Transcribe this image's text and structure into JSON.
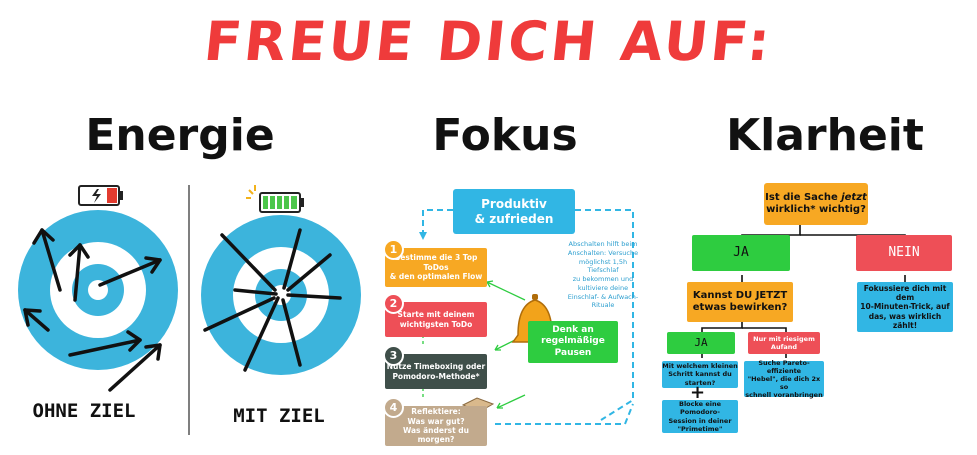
{
  "headline": "FREUE DICH AUF:",
  "sections": {
    "energie": {
      "title": "Energie",
      "left_label": "OHNE ZIEL",
      "right_label": "MIT ZIEL"
    },
    "fokus": {
      "title": "Fokus"
    },
    "klarheit": {
      "title": "Klarheit"
    }
  },
  "fokus": {
    "top_box": {
      "line1": "Produktiv",
      "line2": "& zufrieden"
    },
    "steps": [
      {
        "num": "1",
        "line1": "Bestimme die 3 Top ToDos",
        "line2": "& den optimalen Flow"
      },
      {
        "num": "2",
        "line1": "Starte mit deinem",
        "line2": "wichtigsten ToDo"
      },
      {
        "num": "3",
        "line1": "Nutze Timeboxing oder",
        "line2": "Pomodoro-Methode*"
      },
      {
        "num": "4",
        "line1": "Reflektiere:",
        "line2": "Was war gut?",
        "line3": "Was änderst du morgen?"
      }
    ],
    "pause_box": {
      "line1": "Denk an",
      "line2": "regelmäßige Pausen"
    },
    "note": [
      "Abschalten hilft beim",
      "Anschalten: Versuche",
      "möglichst 1,5h Tiefschlaf",
      "zu bekommen und",
      "kultiviere deine",
      "Einschlaf- & Aufwach-",
      "Rituale"
    ]
  },
  "klarheit": {
    "question": {
      "line1a": "Ist die Sache ",
      "line1b": "jetzt",
      "line2": "wirklich* wichtig?"
    },
    "ja": "JA",
    "nein": "NEIN",
    "nein_text": [
      "Fokussiere dich mit dem",
      "10-Minuten-Trick, auf",
      "das, was wirklich zählt!"
    ],
    "kannst": {
      "line1": "Kannst DU JETZT",
      "line2": "etwas bewirken?"
    },
    "ja2": "JA",
    "nur": {
      "line1": "Nur mit riesigem",
      "line2": "Aufand"
    },
    "mit_welchem": [
      "Mit welchem kleinen",
      "Schritt kannst du starten?"
    ],
    "plus": "+",
    "blocke": [
      "Blocke eine Pomodoro-",
      "Session in deiner",
      "\"Primetime\""
    ],
    "suche": [
      "Suche Pareto-effiziente",
      "\"Hebel\", die dich 2x so",
      "schnell voranbringen"
    ]
  },
  "colors": {
    "headline": "#ef3b3b",
    "target_blue": "#3cb4dc",
    "green": "#2ecc40",
    "red": "#ee4f57",
    "orange": "#f7a823",
    "blue": "#31b6e4",
    "dark_gray": "#3f4f4a",
    "beige": "#c2aa8d"
  }
}
